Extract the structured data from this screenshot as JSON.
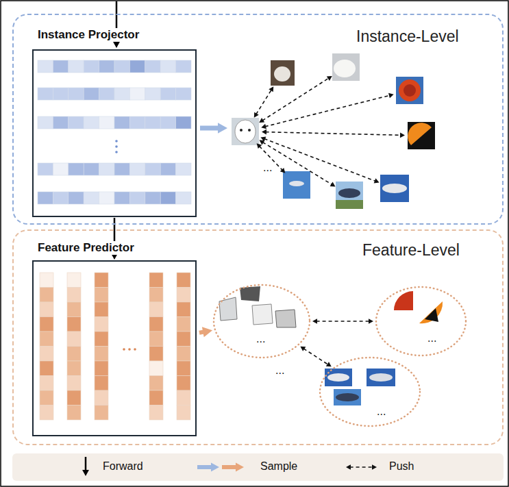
{
  "diagram": {
    "nodes": [
      {
        "text": [
          "Instance-Level"
        ]
      },
      {
        "text": [
          "Instance Projector"
        ],
        "in": 0
      },
      {
        "text": [
          "Feature-Level"
        ]
      },
      {
        "text": [
          "Feature Predictor"
        ],
        "in": 2
      },
      {
        "text": [
          "..."
        ],
        "in": 2
      },
      {
        "text": [
          "..."
        ],
        "in": 2
      },
      {
        "text": [
          "..."
        ],
        "in": 2
      }
    ],
    "edges": [
      {
        "from": 1,
        "to": 3,
        "arrow": "to"
      },
      {
        "from": 3,
        "to": 4,
        "arrow": "to"
      },
      {
        "from": 4,
        "to": 5,
        "arrow": "both"
      },
      {
        "from": 4,
        "to": 6,
        "arrow": "both"
      }
    ],
    "labels": [
      "...",
      "..."
    ],
    "legend": [
      {
        "text": "Forward"
      },
      {
        "text": "Sample"
      },
      {
        "text": "Push"
      }
    ]
  }
}
